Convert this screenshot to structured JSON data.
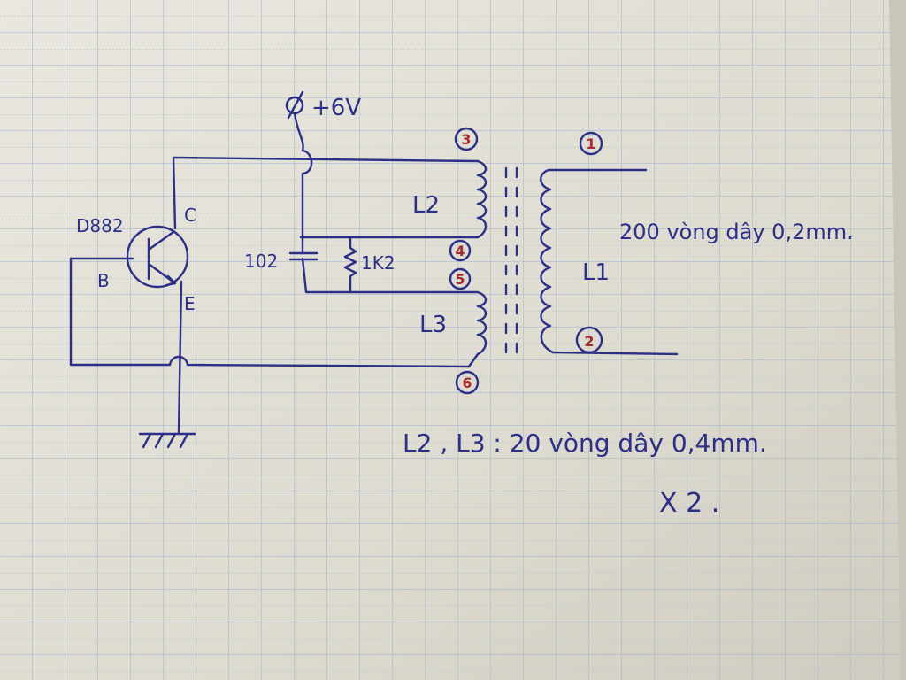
{
  "supply": {
    "label": "+6V"
  },
  "transistor": {
    "model": "D882",
    "collector": "C",
    "base": "B",
    "emitter": "E"
  },
  "capacitor": {
    "label": "102"
  },
  "resistor": {
    "label": "1K2"
  },
  "coils": {
    "l1": "L1",
    "l2": "L2",
    "l3": "L3"
  },
  "pins": [
    "1",
    "2",
    "3",
    "4",
    "5",
    "6"
  ],
  "notes": {
    "primary": "200 vòng dây 0,2mm.",
    "secondary": "L2 , L3 : 20 vòng dây 0,4mm.",
    "multiplier": "X 2 ."
  },
  "colors": {
    "ink": "#2c2f86",
    "pin_marker": "#a52a2a",
    "paper": "#e4e2d9",
    "grid": "#9fb4cf"
  }
}
